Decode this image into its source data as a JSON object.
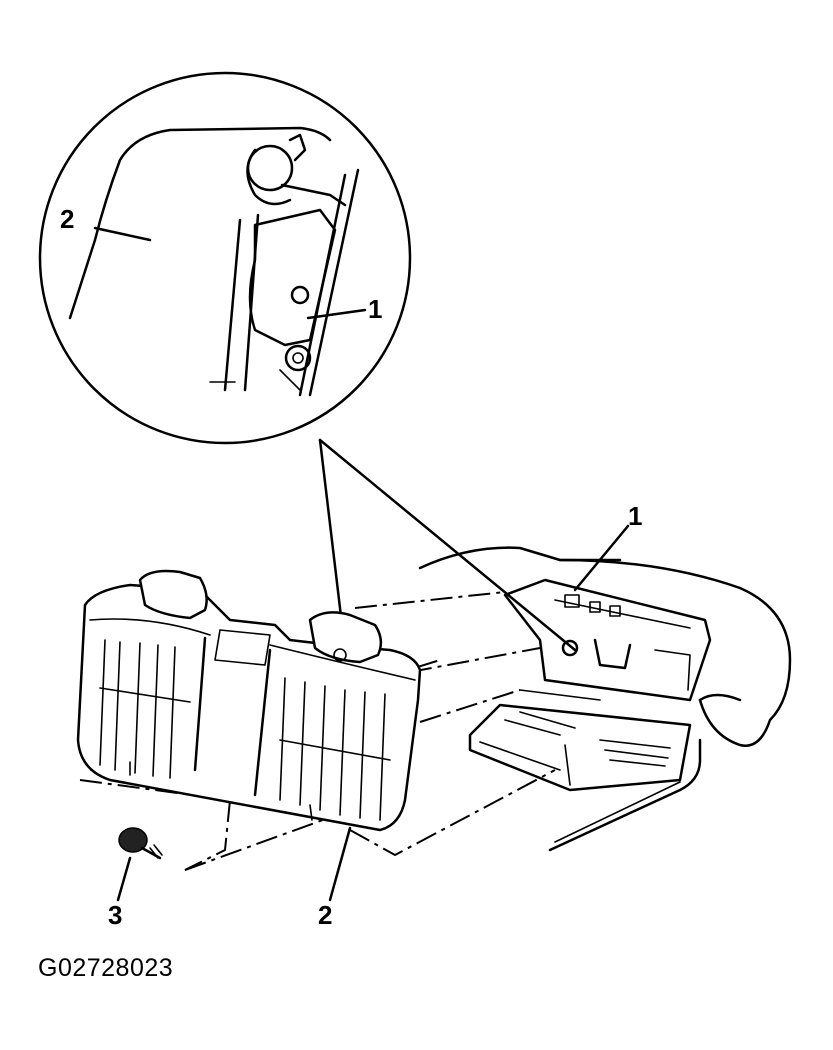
{
  "callouts": {
    "detail_2": "2",
    "detail_1": "1",
    "main_1": "1",
    "main_2": "2",
    "main_3": "3"
  },
  "figure_id": "G02728023",
  "parts": {
    "detail_circle": "magnified-view",
    "seat_back": "rear-seat-back",
    "body_panel": "vehicle-rear-body",
    "bolt": "bolt"
  }
}
